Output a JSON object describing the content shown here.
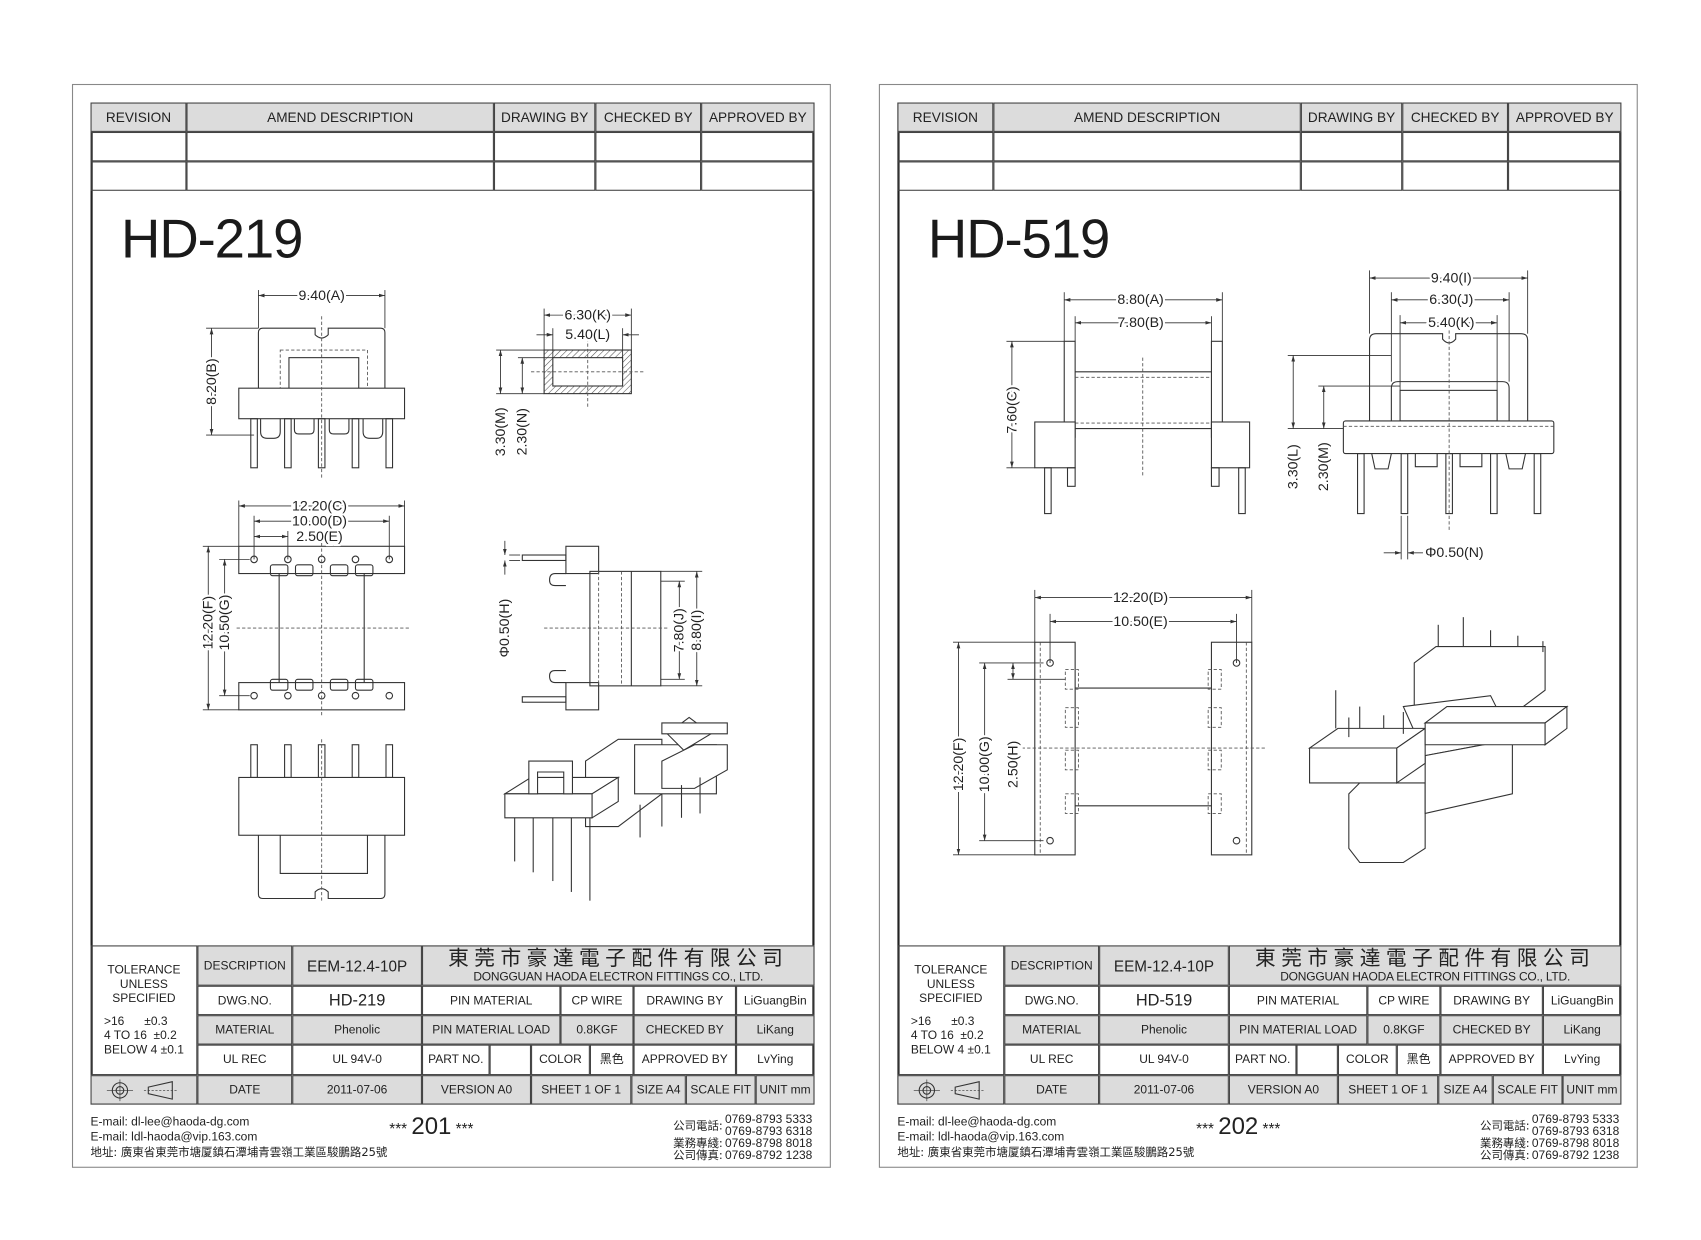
{
  "pages": [
    {
      "header": {
        "columns": [
          "REVISION",
          "AMEND DESCRIPTION",
          "DRAWING BY",
          "CHECKED BY",
          "APPROVED BY"
        ]
      },
      "title": "HD-219",
      "dims": {
        "a": "9.40(A)",
        "b": "8.20(B)",
        "k": "6.30(K)",
        "l": "5.40(L)",
        "m": "3.30(M)",
        "n": "2.30(N)",
        "c": "12.20(C)",
        "d": "10.00(D)",
        "e": "2.50(E)",
        "f": "12.20(F)",
        "g": "10.50(G)",
        "h": "Φ0.50(H)",
        "j": "7.80(J)",
        "i": "8.80(I)"
      },
      "table": {
        "tolerance_label": "TOLERANCE UNLESS SPECIFIED",
        "tolerance_rows": [
          ">16      ±0.3",
          "4 TO 16  ±0.2",
          "BELOW 4 ±0.1"
        ],
        "description_label": "DESCRIPTION",
        "description": "EEM-12.4-10P",
        "company_cn": "東莞市豪達電子配件有限公司",
        "company_en": "DONGGUAN HAODA ELECTRON FITTINGS CO., LTD.",
        "dwg_label": "DWG.NO.",
        "dwg_no": "HD-219",
        "pin_material_label": "PIN MATERIAL",
        "pin_material": "CP WIRE",
        "drawing_by_label": "DRAWING BY",
        "drawing_by": "LiGuangBin",
        "material_label": "MATERIAL",
        "material": "Phenolic",
        "pin_load_label": "PIN MATERIAL LOAD",
        "pin_load": "0.8KGF",
        "checked_by_label": "CHECKED BY",
        "checked_by": "LiKang",
        "ul_label": "UL REC",
        "ul": "UL 94V-0",
        "part_no_label": "PART NO.",
        "part_no": "",
        "color_label": "COLOR",
        "color": "黑色",
        "approved_by_label": "APPROVED BY",
        "approved_by": "LvYing",
        "date_label": "DATE",
        "date": "2011-07-06",
        "version": "VERSION A0",
        "sheet": "SHEET 1 OF 1",
        "size": "SIZE A4",
        "scale": "SCALE FIT",
        "unit": "UNIT mm"
      },
      "footer": {
        "email1": "E-mail: dl-lee@haoda-dg.com",
        "email2": "E-mail: ldl-haoda@vip.163.com",
        "address": "地址: 廣東省東莞市塘厦鎮石潭埔青雲嶺工業區駿鵬路25號",
        "stars": "***",
        "page": "201",
        "tel_label": "公司電話:",
        "tel1": "0769-8793 5333",
        "tel2": "0769-8793 6318",
        "biz_label": "業務專綫:",
        "biz": "0769-8798 8018",
        "fax_label": "公司傳真:",
        "fax": "0769-8792 1238"
      }
    },
    {
      "header": {
        "columns": [
          "REVISION",
          "AMEND DESCRIPTION",
          "DRAWING BY",
          "CHECKED BY",
          "APPROVED BY"
        ]
      },
      "title": "HD-519",
      "dims": {
        "a": "8.80(A)",
        "b": "7.80(B)",
        "c": "7.60(C)",
        "i": "9.40(I)",
        "j": "6.30(J)",
        "k": "5.40(K)",
        "l": "3.30(L)",
        "m": "2.30(M)",
        "n": "Φ0.50(N)",
        "d": "12.20(D)",
        "e": "10.50(E)",
        "f": "12.20(F)",
        "g": "10.00(G)",
        "h": "2.50(H)"
      },
      "table": {
        "tolerance_label": "TOLERANCE UNLESS SPECIFIED",
        "tolerance_rows": [
          ">16      ±0.3",
          "4 TO 16  ±0.2",
          "BELOW 4 ±0.1"
        ],
        "description_label": "DESCRIPTION",
        "description": "EEM-12.4-10P",
        "company_cn": "東莞市豪達電子配件有限公司",
        "company_en": "DONGGUAN HAODA ELECTRON FITTINGS CO., LTD.",
        "dwg_label": "DWG.NO.",
        "dwg_no": "HD-519",
        "pin_material_label": "PIN MATERIAL",
        "pin_material": "CP WIRE",
        "drawing_by_label": "DRAWING BY",
        "drawing_by": "LiGuangBin",
        "material_label": "MATERIAL",
        "material": "Phenolic",
        "pin_load_label": "PIN MATERIAL LOAD",
        "pin_load": "0.8KGF",
        "checked_by_label": "CHECKED BY",
        "checked_by": "LiKang",
        "ul_label": "UL REC",
        "ul": "UL 94V-0",
        "part_no_label": "PART NO.",
        "part_no": "",
        "color_label": "COLOR",
        "color": "黑色",
        "approved_by_label": "APPROVED BY",
        "approved_by": "LvYing",
        "date_label": "DATE",
        "date": "2011-07-06",
        "version": "VERSION A0",
        "sheet": "SHEET 1 OF 1",
        "size": "SIZE A4",
        "scale": "SCALE FIT",
        "unit": "UNIT mm"
      },
      "footer": {
        "email1": "E-mail: dl-lee@haoda-dg.com",
        "email2": "E-mail: ldl-haoda@vip.163.com",
        "address": "地址: 廣東省東莞市塘厦鎮石潭埔青雲嶺工業區駿鵬路25號",
        "stars": "***",
        "page": "202",
        "tel_label": "公司電話:",
        "tel1": "0769-8793 5333",
        "tel2": "0769-8793 6318",
        "biz_label": "業務專綫:",
        "biz": "0769-8798 8018",
        "fax_label": "公司傳真:",
        "fax": "0769-8792 1238"
      }
    }
  ],
  "icons": {
    "projection": "first-angle-projection-icon"
  },
  "colors": {
    "table_fill": "#dcdcdc",
    "line": "#222222"
  }
}
